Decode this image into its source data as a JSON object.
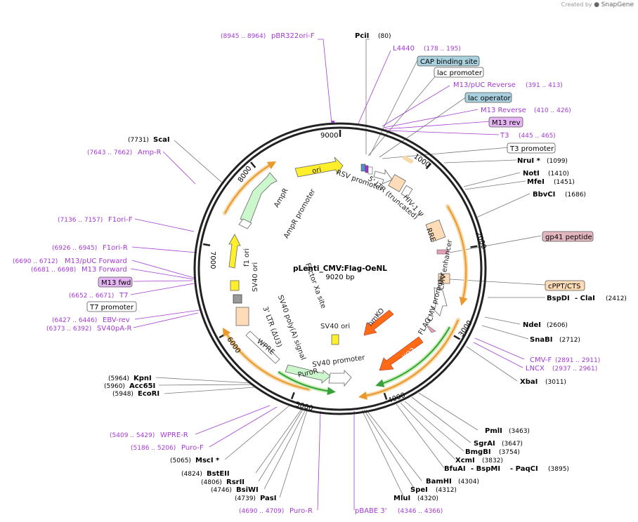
{
  "watermark": {
    "prefix": "Created by",
    "brand": "SnapGene"
  },
  "plasmid": {
    "name": "pLenti_CMV:Flag-OeNL",
    "length_label": "9020 bp",
    "length": 9020
  },
  "ticks": [
    "1000",
    "2000",
    "3000",
    "4000",
    "5000",
    "6000",
    "7000",
    "8000",
    "9000"
  ],
  "colors": {
    "primer": "#a23bd1",
    "site": "#000000",
    "orange_arrow": "#e89a2c",
    "ring": "#222222"
  },
  "sites_left": [
    {
      "name": "ScaI",
      "coord": "(7731)"
    },
    {
      "name": "KpnI",
      "coord": "(5964)"
    },
    {
      "name": "Acc65I",
      "coord": "(5960)"
    },
    {
      "name": "EcoRI",
      "coord": "(5948)"
    },
    {
      "name": "MscI *",
      "coord": "(5065)"
    },
    {
      "name": "BstEII",
      "coord": "(4824)"
    },
    {
      "name": "RsrII",
      "coord": "(4806)"
    },
    {
      "name": "BsiWI",
      "coord": "(4746)"
    },
    {
      "name": "PasI",
      "coord": "(4739)"
    }
  ],
  "sites_right": [
    {
      "name": "PciI",
      "coord": "(80)"
    },
    {
      "name": "NruI *",
      "coord": "(1099)"
    },
    {
      "name": "NotI",
      "coord": "(1410)"
    },
    {
      "name": "MfeI",
      "coord": "(1451)"
    },
    {
      "name": "BbvCI",
      "coord": "(1686)"
    },
    {
      "name": "BspDI",
      "name2": "ClaI",
      "coord": "(2412)"
    },
    {
      "name": "NdeI",
      "coord": "(2606)"
    },
    {
      "name": "SnaBI",
      "coord": "(2712)"
    },
    {
      "name": "XbaI",
      "coord": "(3011)"
    },
    {
      "name": "PmlI",
      "coord": "(3463)"
    },
    {
      "name": "SgrAI",
      "coord": "(3647)"
    },
    {
      "name": "BmgBI",
      "coord": "(3754)"
    },
    {
      "name": "XcmI",
      "coord": "(3832)"
    },
    {
      "name": "BfuAI",
      "name2": "BspMI",
      "name3": "PaqCI",
      "coord": "(3895)"
    },
    {
      "name": "BamHI",
      "coord": "(4304)"
    },
    {
      "name": "SpeI",
      "coord": "(4312)"
    },
    {
      "name": "MluI",
      "coord": "(4320)"
    }
  ],
  "primers": [
    {
      "name": "pBR322ori-F",
      "coord": "(8945 .. 8964)"
    },
    {
      "name": "L4440",
      "coord": "(178 .. 195)"
    },
    {
      "name": "M13/pUC Reverse",
      "coord": "(391 .. 413)"
    },
    {
      "name": "M13 Reverse",
      "coord": "(410 .. 426)"
    },
    {
      "name": "T3",
      "coord": "(445 .. 465)"
    },
    {
      "name": "Amp-R",
      "coord": "(7643 .. 7662)"
    },
    {
      "name": "F1ori-F",
      "coord": "(7136 .. 7157)"
    },
    {
      "name": "F1ori-R",
      "coord": "(6926 .. 6945)"
    },
    {
      "name": "M13/pUC Forward",
      "coord": "(6690 .. 6712)"
    },
    {
      "name": "M13 Forward",
      "coord": "(6681 .. 6698)"
    },
    {
      "name": "T7",
      "coord": "(6652 .. 6671)"
    },
    {
      "name": "EBV-rev",
      "coord": "(6427 .. 6446)"
    },
    {
      "name": "SV40pA-R",
      "coord": "(6373 .. 6392)"
    },
    {
      "name": "CMV-F",
      "coord": "(2891 .. 2911)"
    },
    {
      "name": "LNCX",
      "coord": "(2937 .. 2961)"
    },
    {
      "name": "WPRE-R",
      "coord": "(5409 .. 5429)"
    },
    {
      "name": "Puro-F",
      "coord": "(5186 .. 5206)"
    },
    {
      "name": "Puro-R",
      "coord": "(4690 .. 4709)"
    },
    {
      "name": "pBABE 3'",
      "coord": "(4346 .. 4366)"
    }
  ],
  "boxed_labels": [
    {
      "name": "CAP binding site",
      "style": "blue"
    },
    {
      "name": "lac promoter",
      "style": "white"
    },
    {
      "name": "lac operator",
      "style": "blue"
    },
    {
      "name": "M13 rev",
      "style": "purple"
    },
    {
      "name": "T3 promoter",
      "style": "white"
    },
    {
      "name": "gp41 peptide",
      "style": "pink"
    },
    {
      "name": "cPPT/CTS",
      "style": "peach"
    },
    {
      "name": "M13 fwd",
      "style": "purple"
    },
    {
      "name": "T7 promoter",
      "style": "white"
    }
  ],
  "features": [
    "ori",
    "AmpR",
    "AmpR promoter",
    "f1 ori",
    "SV40 ori",
    "Factor Xa site",
    "SV40 poly(A) signal",
    "3' LTR (ΔU3)",
    "WPRE",
    "PuroR",
    "SV40 promoter",
    "SV40 ori",
    "hmKO",
    "mKO2",
    "FLAG",
    "CMV promoter",
    "CMV enhancer",
    "RRE",
    "HIV-1 Ψ",
    "5' LTR (truncated)",
    "RSV promoter"
  ]
}
